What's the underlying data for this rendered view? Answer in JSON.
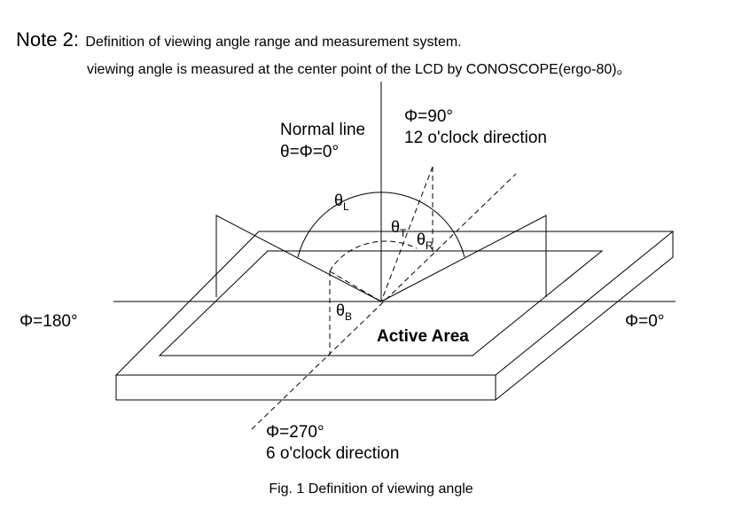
{
  "note": {
    "label": "Note 2:",
    "title": "Definition of viewing angle range and measurement system.",
    "subtitle": "viewing angle is measured at the center point of the LCD by CONOSCOPE(ergo-80)。"
  },
  "diagram": {
    "normal_line_label": "Normal line",
    "normal_line_eq": "θ=Φ=0°",
    "phi_90": "Φ=90°",
    "dir_12": "12 o'clock direction",
    "phi_180": "Φ=180°",
    "phi_0": "Φ=0°",
    "phi_270": "Φ=270°",
    "dir_6": "6 o'clock direction",
    "active_area": "Active Area",
    "theta_L": {
      "base": "θ",
      "sub": "L"
    },
    "theta_T": {
      "base": "θ",
      "sub": "T"
    },
    "theta_R": {
      "base": "θ",
      "sub": "R"
    },
    "theta_B": {
      "base": "θ",
      "sub": "B"
    }
  },
  "caption": "Fig. 1 Definition of viewing angle"
}
